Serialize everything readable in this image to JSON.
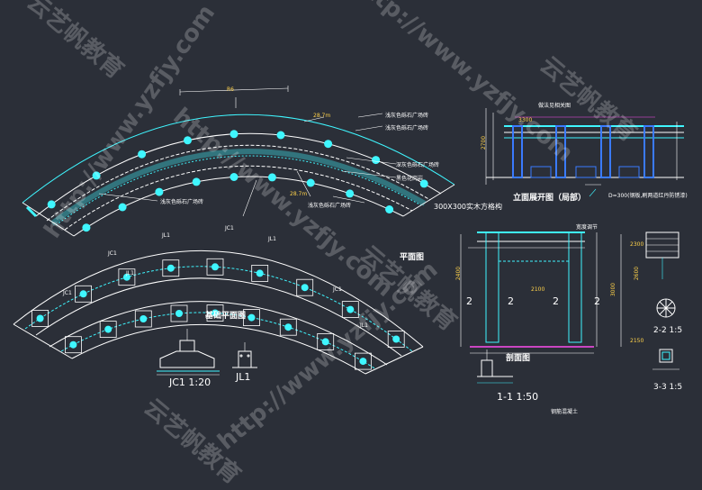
{
  "colors": {
    "background": "#2b2f38",
    "cyan": "#3ff6ff",
    "white": "#ffffff",
    "yellow": "#ffd24a",
    "magenta": "#ff4ff0",
    "blue": "#3a7bff",
    "green": "#5cff6a",
    "red": "#ff4a4a"
  },
  "views": {
    "plan": "平面图",
    "foundation_plan": "基础平面图",
    "elevation": "立面展开图（局部）",
    "section": "剖面图",
    "detail_1_1": "1-1 1:50",
    "detail_2_2": "2-2 1:5",
    "detail_3_3": "3-3 1:5",
    "jc1": "JC1  1:20",
    "jl1": "JL1",
    "bottom_caption": "钢筋混凝土"
  },
  "plan_notes": [
    "300X300实木方格构",
    "浅灰色砾石广场砖",
    "浅灰色砾石广场砖",
    "浅灰色砾石广场砖",
    "深灰色砾石广场砖",
    "黑色花岗岩",
    "浅灰色砾石广场砖"
  ],
  "elevation_notes": {
    "top": "做法见相关图",
    "d300": "D=300(钢板,刷两道红丹防锈漆)",
    "width_label": "宽度调节"
  },
  "dimensions": {
    "radius_1": "R6",
    "radius_2": "28.7m",
    "radius_3": "28.7m",
    "ch1": "2700",
    "ch2": "3300",
    "ch3": "2100",
    "ch4": "2400",
    "ch5": "3000",
    "e1": "2600",
    "e2": "2300",
    "e3": "2150"
  },
  "foundation_tags": [
    "JC1",
    "JL1",
    "JC1",
    "JL1",
    "JC1",
    "JL1",
    "JC1",
    "JL1"
  ],
  "watermarks": [
    "http://www.yzfjy.com",
    "云艺帆教育",
    "http://www.yzfjy.com",
    "云艺帆教育",
    "http://www.yzfjy.com",
    "云艺帆教育",
    "http://www.yzfjy.com",
    "云艺帆教育"
  ],
  "section_marks": [
    "2",
    "2",
    "2",
    "2"
  ]
}
